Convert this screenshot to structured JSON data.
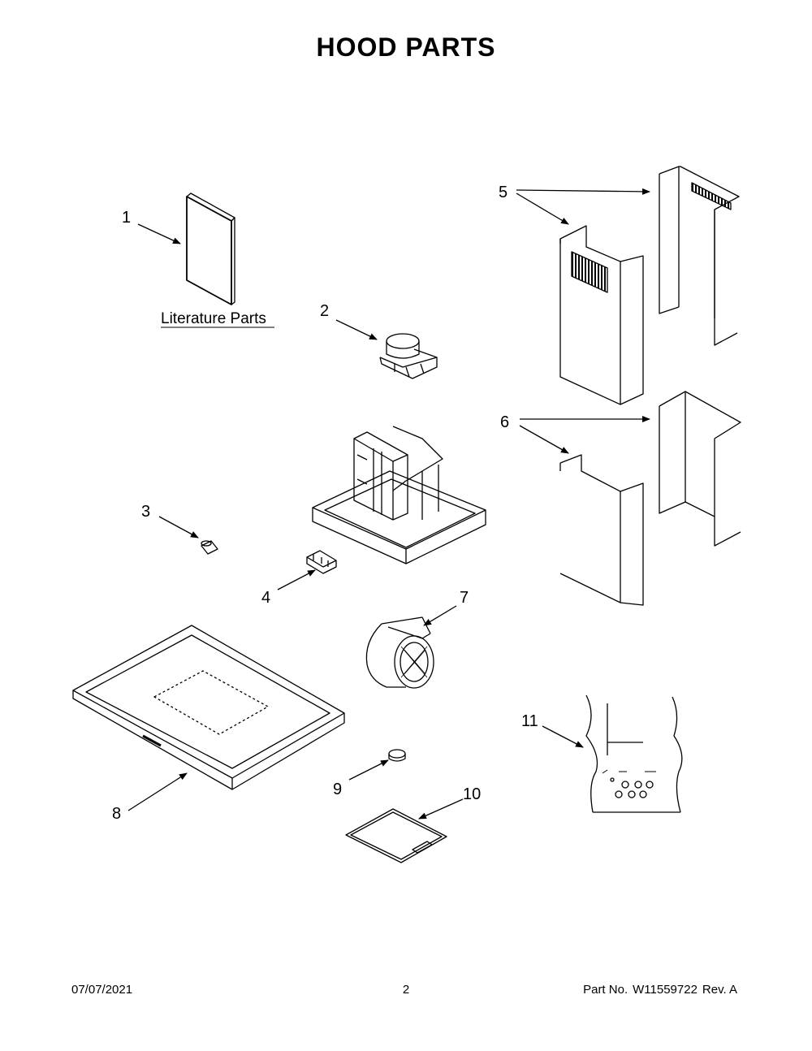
{
  "title": "HOOD PARTS",
  "literature_label": "Literature Parts",
  "callouts": [
    "1",
    "2",
    "3",
    "4",
    "5",
    "6",
    "7",
    "8",
    "9",
    "10",
    "11"
  ],
  "footer": {
    "date": "07/07/2021",
    "page": "2",
    "part_label": "Part No.",
    "part_number": "W11559722",
    "rev": "Rev. A"
  }
}
